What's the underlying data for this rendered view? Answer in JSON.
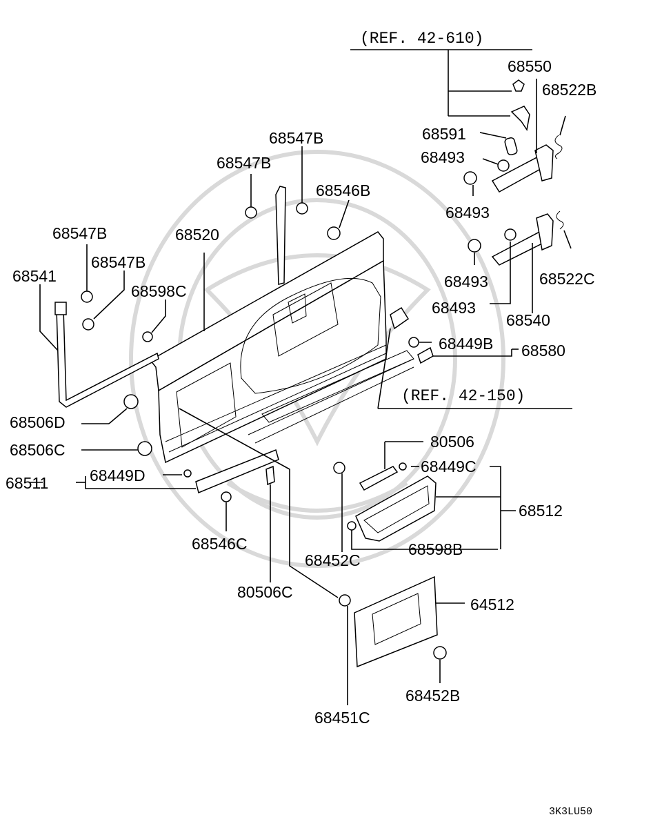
{
  "references": {
    "upper": "(REF.  42-610)",
    "lower": "(REF.  42-150)"
  },
  "labels": {
    "p68550": "68550",
    "p68522B": "68522B",
    "p68591": "68591",
    "p68493_a": "68493",
    "p68493_b": "68493",
    "p68493_c": "68493",
    "p68493_d": "68493",
    "p68522C": "68522C",
    "p68540": "68540",
    "p68547B_top": "68547B",
    "p68547B_mid": "68547B",
    "p68547B_left1": "68547B",
    "p68547B_left2": "68547B",
    "p68546B": "68546B",
    "p68520": "68520",
    "p68541": "68541",
    "p68598C": "68598C",
    "p68449B": "68449B",
    "p68580": "68580",
    "p68506D": "68506D",
    "p68506C": "68506C",
    "p68511": "68511",
    "p68449D": "68449D",
    "p80506": "80506",
    "p68449C": "68449C",
    "p68512": "68512",
    "p68546C": "68546C",
    "p68452C": "68452C",
    "p68598B": "68598B",
    "p80506C": "80506C",
    "p64512": "64512",
    "p68452B": "68452B",
    "p68451C": "68451C"
  },
  "diagram_code": "3K3LU50"
}
